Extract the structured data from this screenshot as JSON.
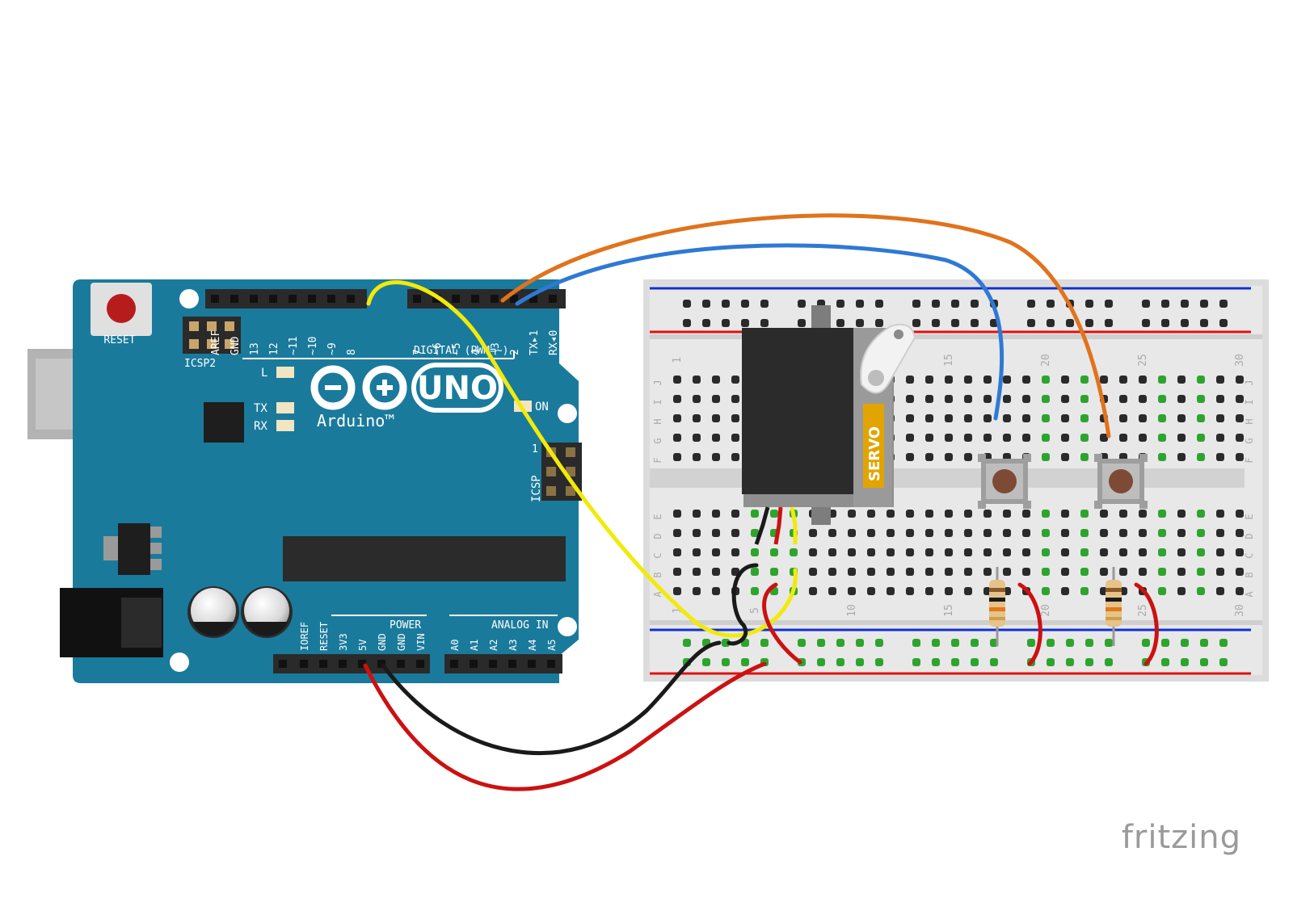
{
  "watermark": "fritzing",
  "arduino": {
    "reset_label": "RESET",
    "icsp2_label": "ICSP2",
    "icsp_label": "ICSP",
    "icsp_pin1": "1",
    "digital_label": "DIGITAL (PWM=~)",
    "led_l": "L",
    "led_tx": "TX",
    "led_rx": "RX",
    "led_on": "ON",
    "logo_text": "Arduino™",
    "uno_text": "UNO",
    "power_label": "POWER",
    "analog_label": "ANALOG IN",
    "top_pins": [
      "AREF",
      "GND",
      "13",
      "12",
      "~11",
      "~10",
      "~9",
      "8",
      "7",
      "~6",
      "~5",
      "4",
      "~3",
      "2",
      "TX▸1",
      "RX◂0"
    ],
    "power_pins": [
      "IOREF",
      "RESET",
      "3V3",
      "5V",
      "GND",
      "GND",
      "VIN"
    ],
    "analog_pins": [
      "A0",
      "A1",
      "A2",
      "A3",
      "A4",
      "A5"
    ]
  },
  "breadboard": {
    "row_letters_top": [
      "J",
      "I",
      "H",
      "G",
      "F"
    ],
    "row_letters_bottom": [
      "E",
      "D",
      "C",
      "B",
      "A"
    ],
    "column_numbers": [
      "1",
      "5",
      "10",
      "15",
      "20",
      "25",
      "30"
    ]
  },
  "servo": {
    "label": "SERVO"
  },
  "colors": {
    "board": "#1a7a9c",
    "wire_red": "#cc1111",
    "wire_black": "#1a1a1a",
    "wire_yellow": "#f2ea0a",
    "wire_blue": "#2f79d4",
    "wire_orange": "#e0731c",
    "rail_red": "#e01010",
    "rail_blue": "#1030d0"
  }
}
